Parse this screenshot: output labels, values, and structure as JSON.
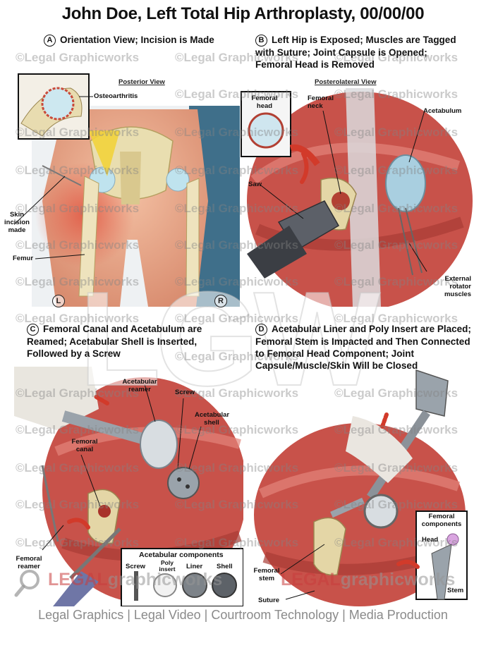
{
  "title": "John Doe, Left Total Hip Arthroplasty, 00/00/00",
  "panels": {
    "a": {
      "letter": "A",
      "caption": "Orientation View; Incision is Made",
      "view": "Posterior View",
      "labels": {
        "osteoarthritis": "Osteoarthritis",
        "skin_incision": "Skin incision made",
        "femur": "Femur",
        "left": "L",
        "right": "R"
      }
    },
    "b": {
      "letter": "B",
      "caption": "Left Hip is Exposed; Muscles are Tagged with Suture; Joint Capsule is Opened; Femoral Head is Removed",
      "view": "Posterolateral View",
      "labels": {
        "femoral_head": "Femoral head",
        "femoral_neck": "Femoral neck",
        "acetabulum": "Acetabulum",
        "saw": "Saw",
        "external_rotator": "External rotator muscles"
      }
    },
    "c": {
      "letter": "C",
      "caption": "Femoral Canal and Acetabulum are Reamed; Acetabular Shell is Inserted, Followed by a Screw",
      "labels": {
        "acetabular_reamer": "Acetabular reamer",
        "screw": "Screw",
        "acetabular_shell": "Acetabular shell",
        "femoral_canal": "Femoral canal",
        "femoral_reamer": "Femoral reamer"
      },
      "inset": {
        "title": "Acetabular components",
        "items": [
          "Screw",
          "Poly insert",
          "Liner",
          "Shell"
        ]
      }
    },
    "d": {
      "letter": "D",
      "caption": "Acetabular Liner and Poly Insert are Placed; Femoral Stem is Impacted and Then Connected to Femoral Head Component; Joint Capsule/Muscle/Skin Will be Closed",
      "labels": {
        "femoral_stem": "Femoral stem",
        "suture": "Suture"
      },
      "inset": {
        "title": "Femoral components",
        "head": "Head",
        "stem": "Stem"
      }
    }
  },
  "watermark": {
    "text": "©Legal Graphicworks",
    "big": "LGW",
    "logo_legal": "LEGAL",
    "logo_rest": "graphicworks"
  },
  "footer": "Legal Graphics | Legal Video | Courtroom Technology | Media Production",
  "colors": {
    "muscle": "#c8524a",
    "bone": "#e8dcb0",
    "skin": "#e9a98a",
    "metal": "#9aa3ab",
    "arrow": "#d23a2a"
  }
}
